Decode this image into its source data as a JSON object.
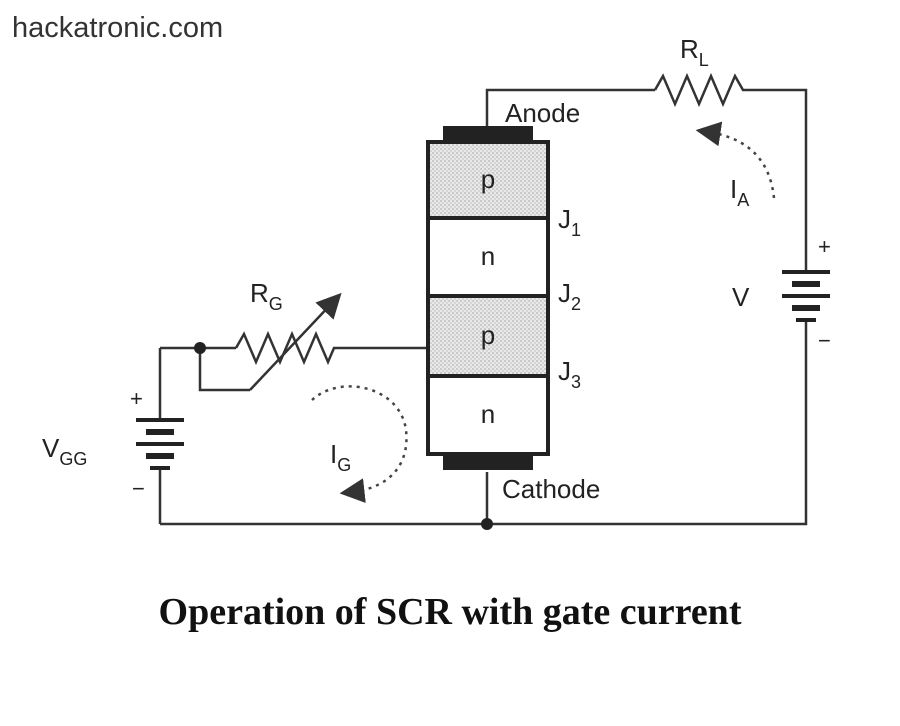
{
  "watermark": "hackatronic.com",
  "caption": "Operation of SCR with gate current",
  "terminals": {
    "anode": "Anode",
    "cathode": "Cathode"
  },
  "layers": [
    "p",
    "n",
    "p",
    "n"
  ],
  "junctions": [
    {
      "base": "J",
      "sub": "1"
    },
    {
      "base": "J",
      "sub": "2"
    },
    {
      "base": "J",
      "sub": "3"
    }
  ],
  "components": {
    "load_resistor": {
      "base": "R",
      "sub": "L"
    },
    "gate_resistor": {
      "base": "R",
      "sub": "G"
    },
    "supply_battery": {
      "label": "V",
      "plus": "+",
      "minus": "−"
    },
    "gate_battery": {
      "base": "V",
      "sub": "GG",
      "plus": "+",
      "minus": "−"
    }
  },
  "currents": {
    "anode_current": {
      "base": "I",
      "sub": "A"
    },
    "gate_current": {
      "base": "I",
      "sub": "G"
    }
  }
}
